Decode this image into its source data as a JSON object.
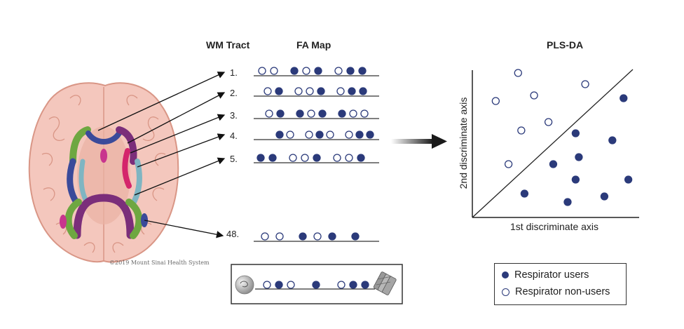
{
  "headers": {
    "wm_tract": "WM Tract",
    "fa_map": "FA Map",
    "plsda": "PLS-DA"
  },
  "tract_labels": [
    "1.",
    "2.",
    "3.",
    "4.",
    "5.",
    "48."
  ],
  "fa_rows": [
    {
      "label": "1.",
      "dots": [
        "o",
        "o",
        "f",
        "o",
        "f",
        "o",
        "f",
        "f"
      ]
    },
    {
      "label": "2.",
      "dots": [
        "o",
        "f",
        "o",
        "o",
        "f",
        "o",
        "f",
        "f"
      ]
    },
    {
      "label": "3.",
      "dots": [
        "o",
        "f",
        "f",
        "o",
        "f",
        "f",
        "o",
        "o"
      ]
    },
    {
      "label": "4.",
      "dots": [
        "f",
        "o",
        "o",
        "f",
        "o",
        "o",
        "f",
        "f"
      ]
    },
    {
      "label": "5.",
      "dots": [
        "f",
        "f",
        "o",
        "o",
        "f",
        "o",
        "o",
        "f"
      ]
    },
    {
      "label": "48.",
      "dots": [
        "o",
        "o",
        "f",
        "o",
        "f",
        "f"
      ]
    }
  ],
  "bottom_box_dots": [
    "o",
    "f",
    "o",
    "f",
    "o",
    "f",
    "f"
  ],
  "chart_data": {
    "type": "scatter",
    "title": "PLS-DA",
    "xlabel": "1st discriminate axis",
    "ylabel": "2nd discriminate axis",
    "series": [
      {
        "name": "Respirator users",
        "marker": "filled",
        "points": [
          [
            0.92,
            0.8
          ],
          [
            0.62,
            0.55
          ],
          [
            0.85,
            0.5
          ],
          [
            0.64,
            0.38
          ],
          [
            0.48,
            0.33
          ],
          [
            0.62,
            0.22
          ],
          [
            0.95,
            0.22
          ],
          [
            0.3,
            0.12
          ],
          [
            0.57,
            0.06
          ],
          [
            0.8,
            0.1
          ]
        ]
      },
      {
        "name": "Respirator non-users",
        "marker": "open",
        "points": [
          [
            0.26,
            0.98
          ],
          [
            0.68,
            0.9
          ],
          [
            0.36,
            0.82
          ],
          [
            0.12,
            0.78
          ],
          [
            0.45,
            0.63
          ],
          [
            0.28,
            0.57
          ],
          [
            0.2,
            0.33
          ]
        ]
      }
    ]
  },
  "legend": {
    "users": "Respirator users",
    "non_users": "Respirator non-users"
  },
  "signature": "©2019 Mount Sinai Health System",
  "colors": {
    "filled": "#2b3a7a",
    "open": "#2b3a7a",
    "brain_pink": "#f4c7bd",
    "brain_shade": "#e7a89b",
    "tract_green": "#6ea741",
    "tract_blue": "#3a4a9a",
    "tract_purple": "#7b2e7a",
    "tract_red": "#d4256b",
    "tract_teal": "#7fb5c2",
    "tract_magenta": "#c8358e"
  }
}
